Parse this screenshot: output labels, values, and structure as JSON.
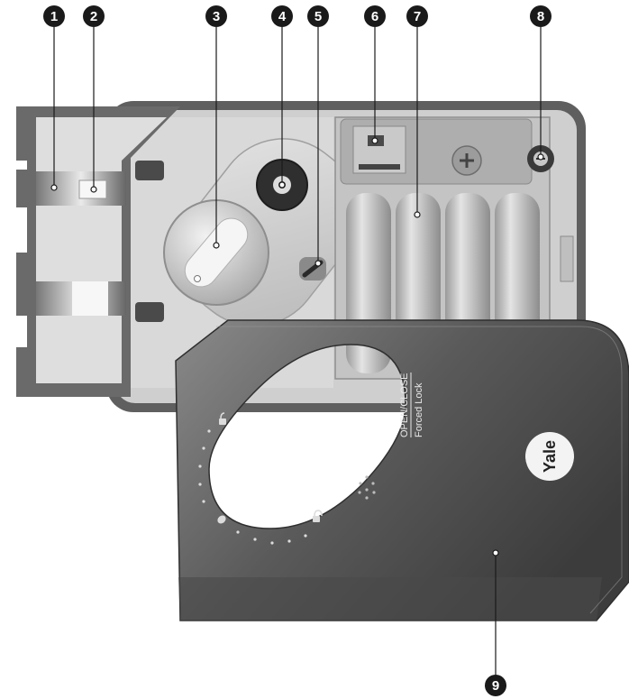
{
  "callouts": [
    {
      "number": "1",
      "part": "bolt-slot-left"
    },
    {
      "number": "2",
      "part": "sensor-square"
    },
    {
      "number": "3",
      "part": "thumb-turn-knob"
    },
    {
      "number": "4",
      "part": "spindle-button"
    },
    {
      "number": "5",
      "part": "slide-switch"
    },
    {
      "number": "6",
      "part": "connector-board"
    },
    {
      "number": "7",
      "part": "battery-pack"
    },
    {
      "number": "8",
      "part": "reset-screw"
    },
    {
      "number": "9",
      "part": "front-cover"
    }
  ],
  "cover": {
    "label_top": "OPEN/CLOSE",
    "label_bottom": "Forced Lock",
    "brand": "Yale"
  },
  "colors": {
    "callout_fill": "#1a1a1a",
    "housing_outer": "#6e6e6e",
    "housing_inner": "#d8d8d8",
    "cover_dark": "#3f3f3f",
    "cover_light": "#8a8a8a",
    "battery": "#bdbdbd"
  }
}
